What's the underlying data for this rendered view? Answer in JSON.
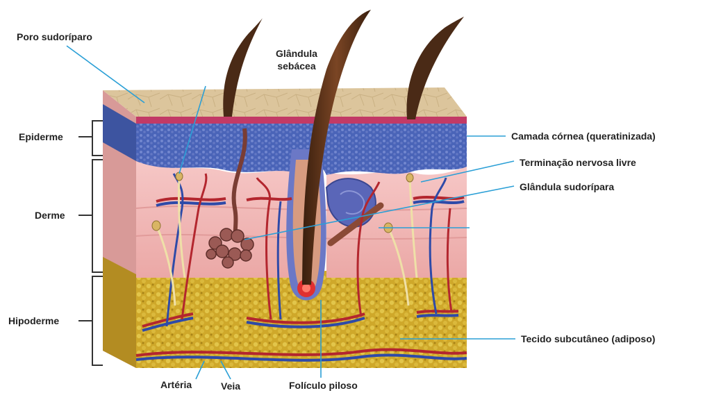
{
  "labels": {
    "poro": "Poro sudoríparo",
    "glandula_sebacea_1": "Glândula",
    "glandula_sebacea_2": "sebácea",
    "epiderme": "Epiderme",
    "derme": "Derme",
    "hipoderme": "Hipoderme",
    "camada": "Camada córnea (queratinizada)",
    "terminacao": "Terminação nervosa livre",
    "glandula_sudoripara": "Glândula sudorípara",
    "tecido": "Tecido subcutâneo (adiposo)",
    "arteria": "Artéria",
    "veia": "Veia",
    "foliculo": "Folículo piloso"
  },
  "colors": {
    "leader": "#2a9fd6",
    "bracket": "#333333",
    "epidermis": "#4a64b8",
    "dermis": "#f0b6b4",
    "fat": "#cfa82a",
    "surface": "#dcc59c",
    "artery": "#b3262e",
    "vein": "#2e4aa8"
  }
}
